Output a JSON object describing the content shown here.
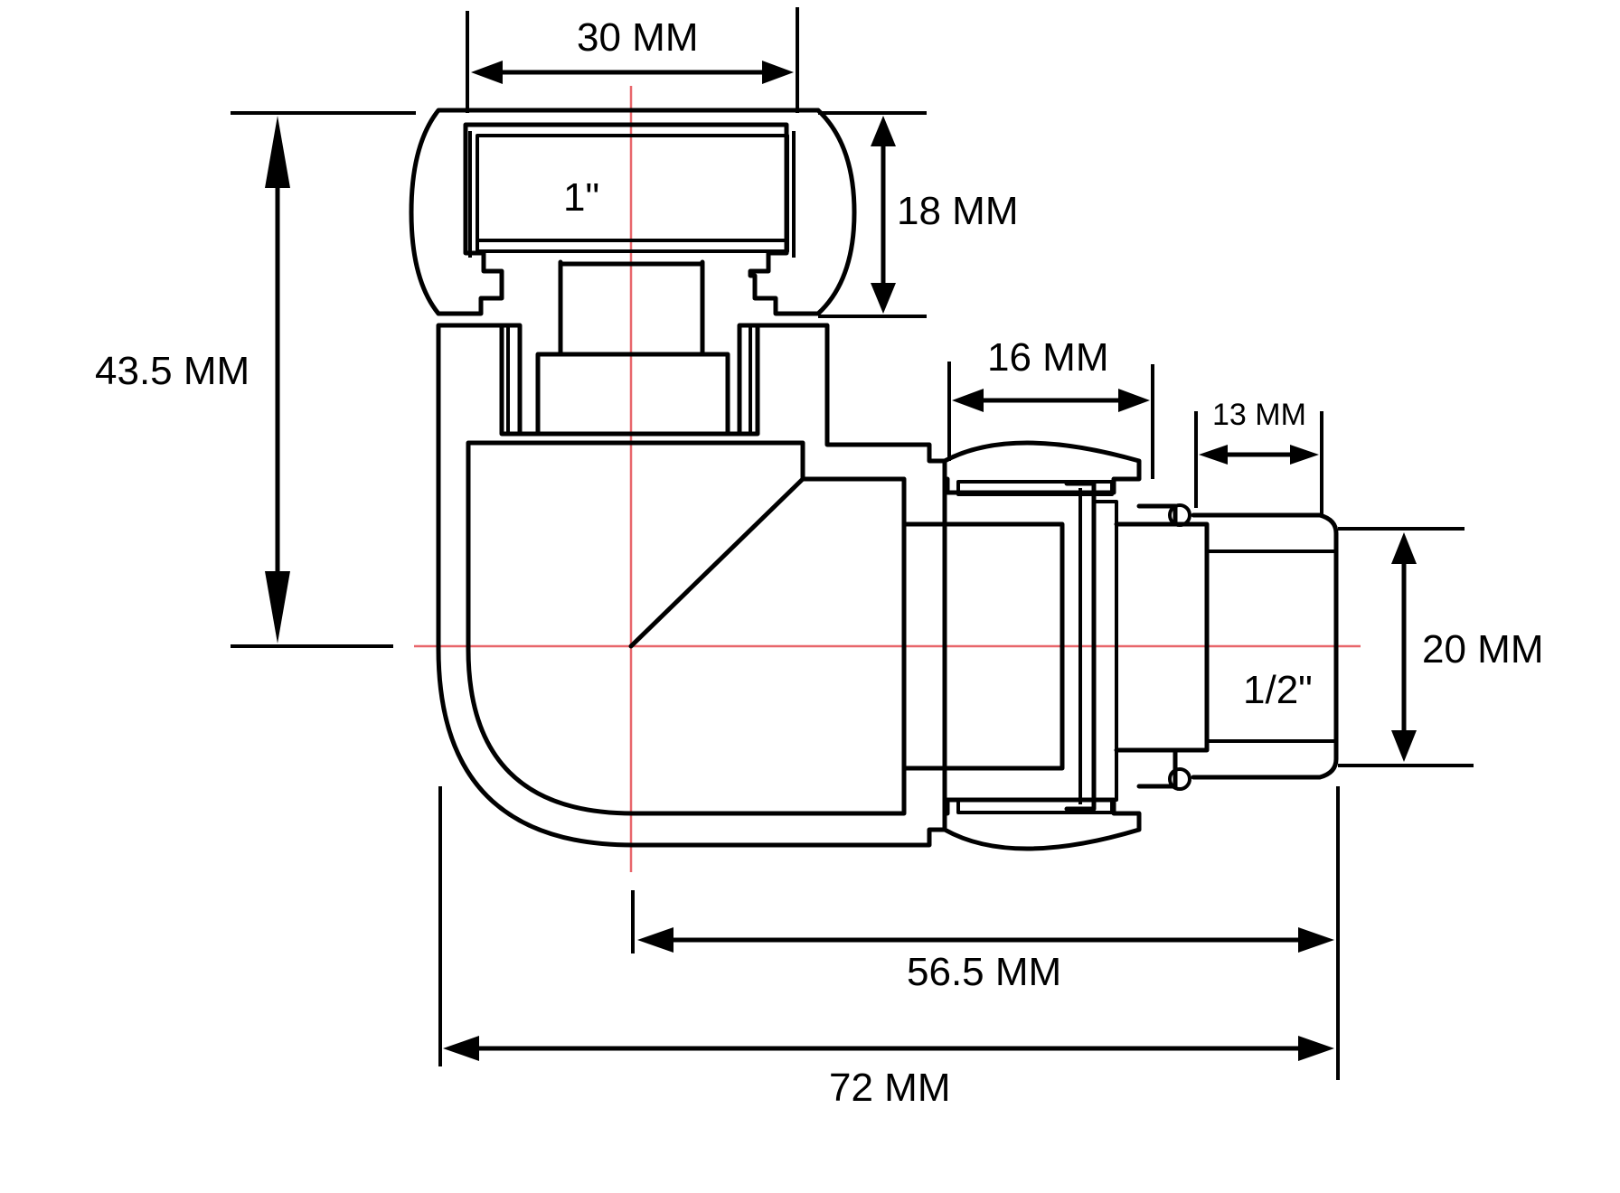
{
  "diagram": {
    "dimensions": {
      "top_width": "30 MM",
      "top_thread_depth": "18 MM",
      "height_to_center": "43.5 MM",
      "nut_width": "16 MM",
      "thread_length": "13 MM",
      "outlet_diameter": "20 MM",
      "center_to_end": "56.5 MM",
      "overall_length": "72 MM"
    },
    "thread_sizes": {
      "inlet": "1\"",
      "outlet": "1/2\""
    },
    "colors": {
      "outline": "#000000",
      "centerline": "#e8666b"
    }
  }
}
